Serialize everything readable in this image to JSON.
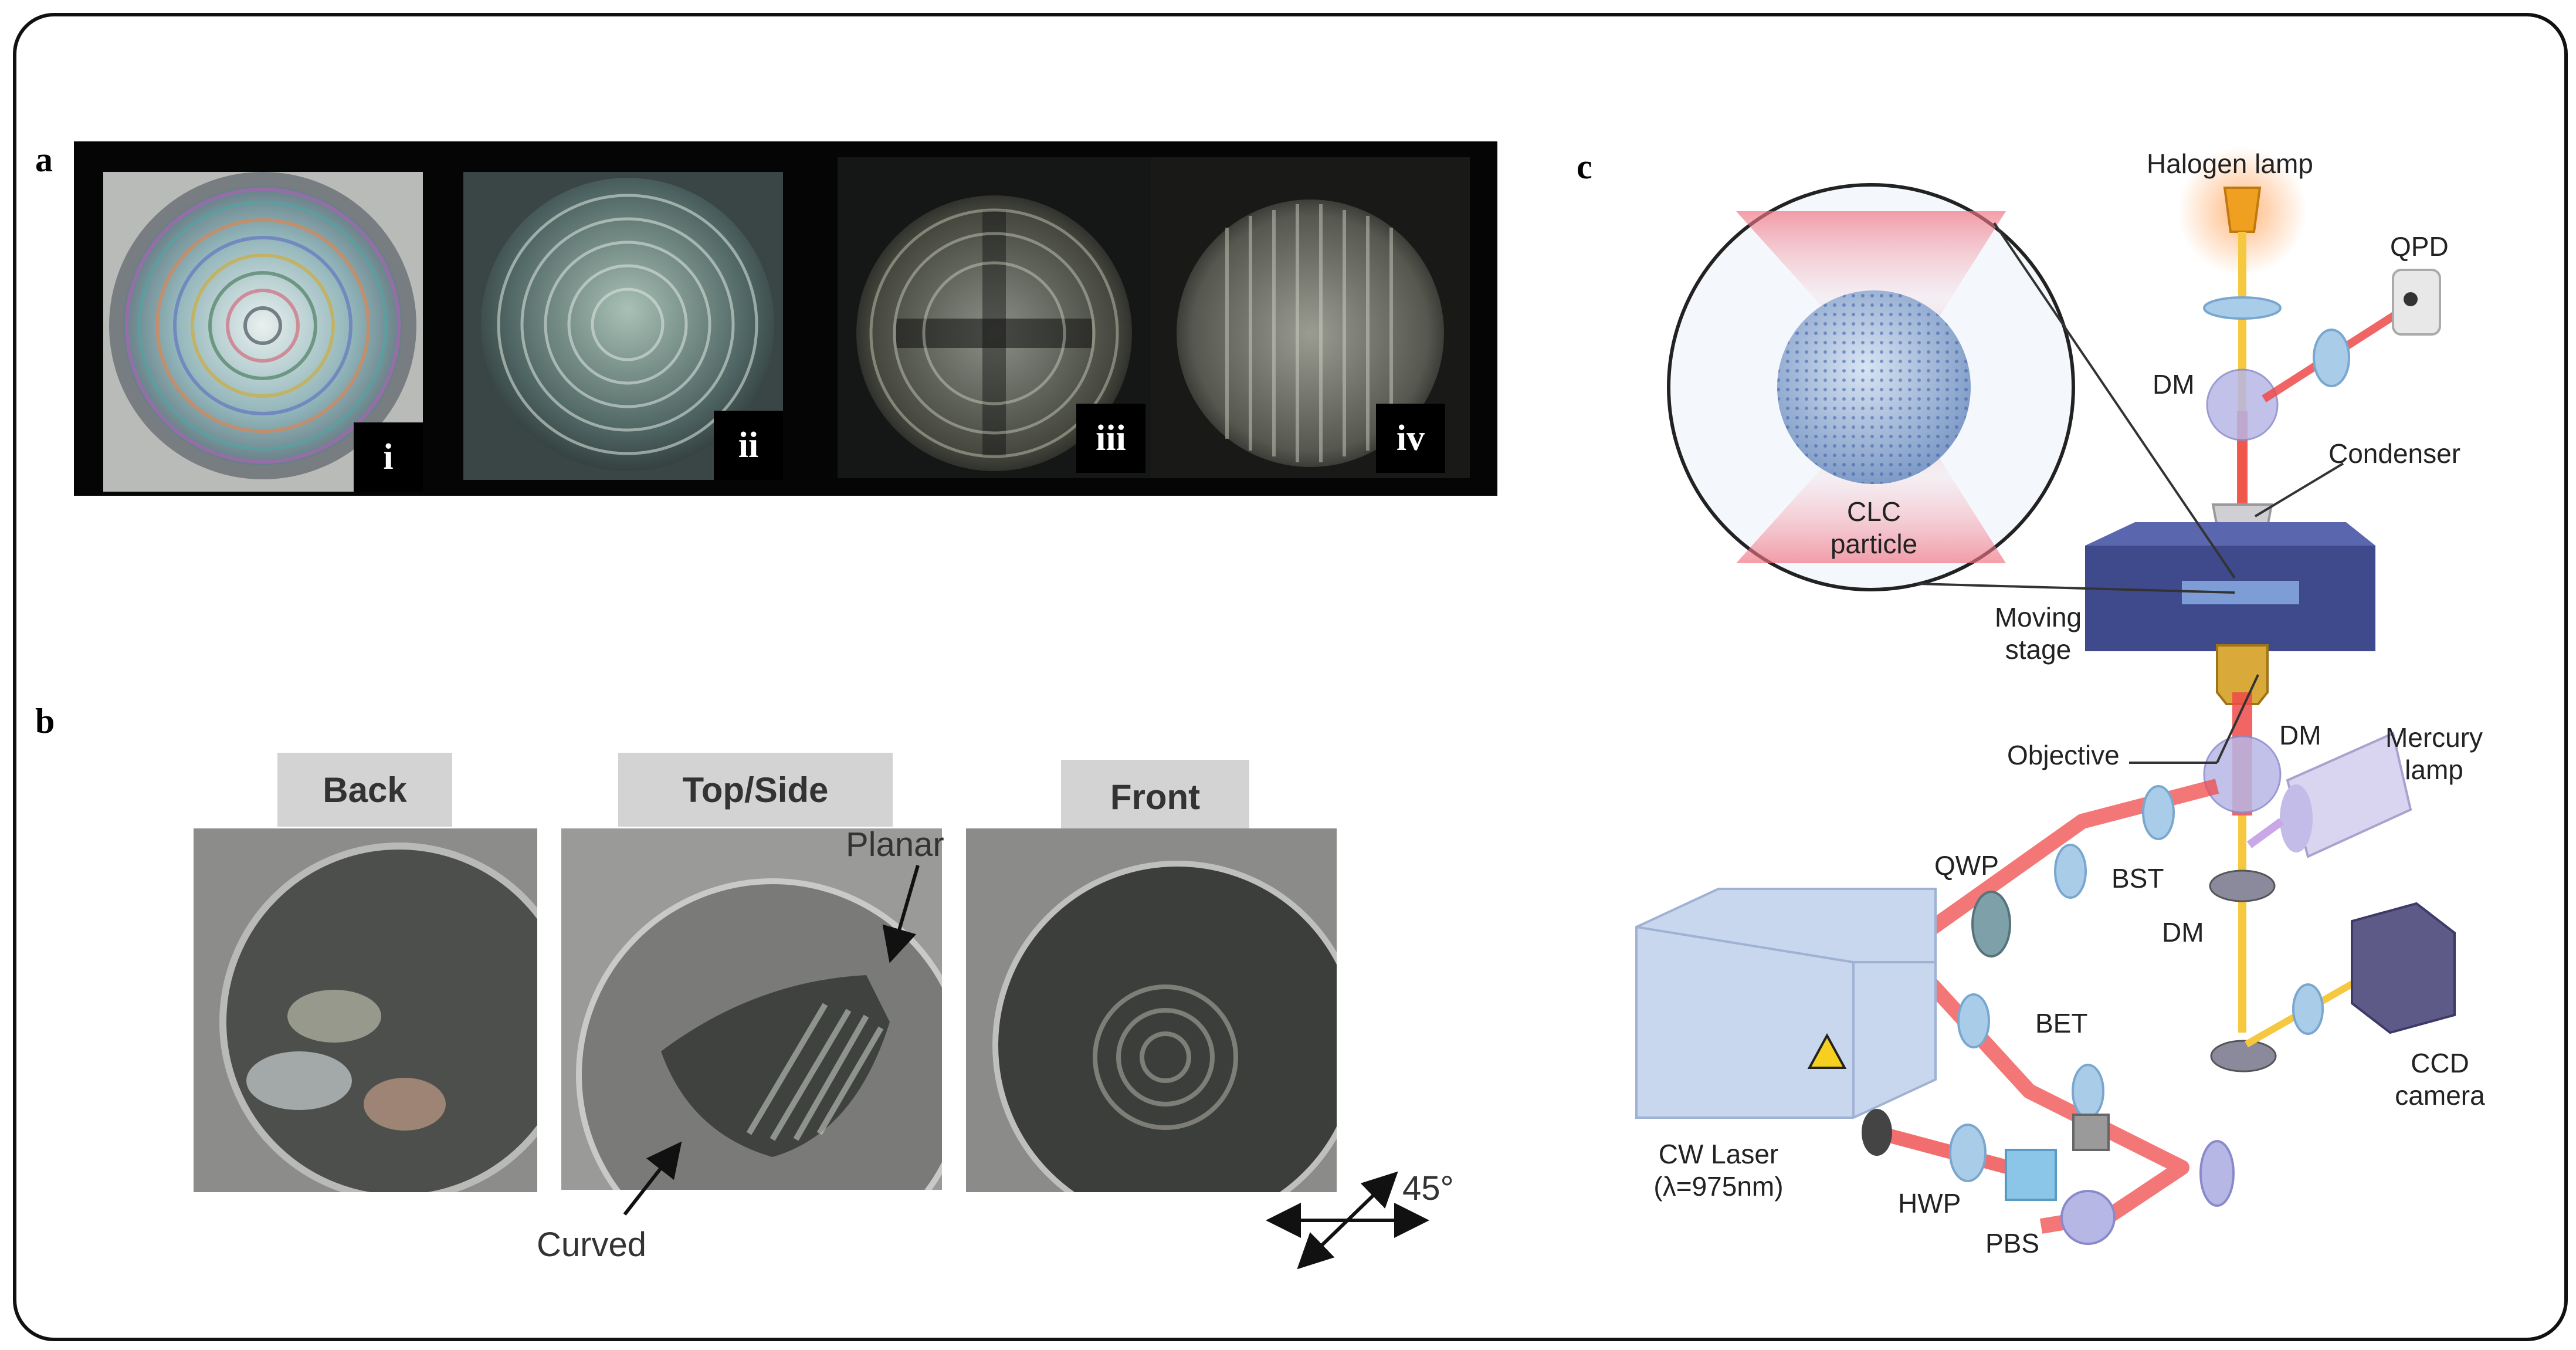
{
  "panels": {
    "a": {
      "letter": "a",
      "images": [
        {
          "label": "i"
        },
        {
          "label": "ii"
        },
        {
          "label": "iii"
        },
        {
          "label": "iv"
        }
      ]
    },
    "b": {
      "letter": "b",
      "views": [
        {
          "label": "Back"
        },
        {
          "label": "Top/Side"
        },
        {
          "label": "Front"
        }
      ],
      "annotations": {
        "planar": "Planar",
        "curved": "Curved",
        "angle": "45°"
      }
    },
    "c": {
      "letter": "c",
      "labels": {
        "halogen": "Halogen lamp",
        "qpd": "QPD",
        "dm_top": "DM",
        "condenser": "Condenser",
        "clc_line1": "CLC",
        "clc_line2": "particle",
        "moving_line1": "Moving",
        "moving_line2": "stage",
        "objective": "Objective",
        "dm_mid": "DM",
        "mercury_line1": "Mercury",
        "mercury_line2": "lamp",
        "qwp": "QWP",
        "bst": "BST",
        "dm_low": "DM",
        "bet": "BET",
        "ccd_line1": "CCD",
        "ccd_line2": "camera",
        "cw_line1": "CW Laser",
        "cw_line2": "(λ=975nm)",
        "hwp": "HWP",
        "pbs": "PBS"
      }
    }
  }
}
